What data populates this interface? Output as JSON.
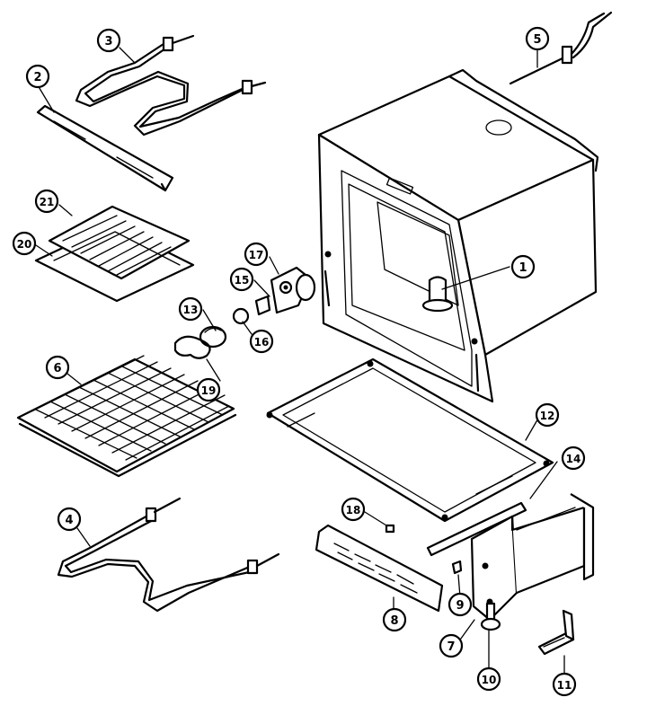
{
  "diagram": {
    "callouts": [
      {
        "id": "c1",
        "number": "1"
      },
      {
        "id": "c2",
        "number": "2"
      },
      {
        "id": "c3",
        "number": "3"
      },
      {
        "id": "c4",
        "number": "4"
      },
      {
        "id": "c5",
        "number": "5"
      },
      {
        "id": "c6",
        "number": "6"
      },
      {
        "id": "c7",
        "number": "7"
      },
      {
        "id": "c8",
        "number": "8"
      },
      {
        "id": "c9",
        "number": "9"
      },
      {
        "id": "c10",
        "number": "10"
      },
      {
        "id": "c11",
        "number": "11"
      },
      {
        "id": "c12",
        "number": "12"
      },
      {
        "id": "c13",
        "number": "13"
      },
      {
        "id": "c14",
        "number": "14"
      },
      {
        "id": "c15",
        "number": "15"
      },
      {
        "id": "c16",
        "number": "16"
      },
      {
        "id": "c17",
        "number": "17"
      },
      {
        "id": "c18",
        "number": "18"
      },
      {
        "id": "c19",
        "number": "19"
      },
      {
        "id": "c20",
        "number": "20"
      },
      {
        "id": "c21",
        "number": "21"
      }
    ]
  }
}
